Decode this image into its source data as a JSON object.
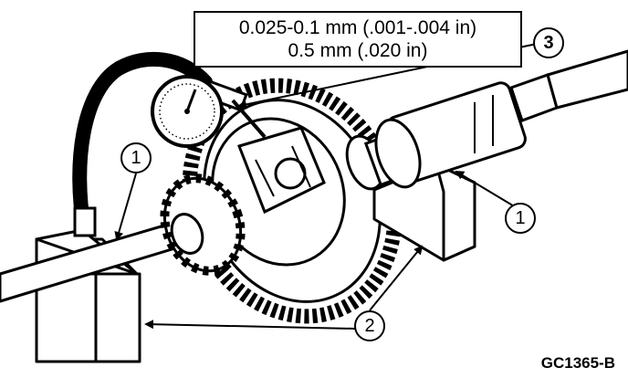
{
  "spec": {
    "line1": "0.025-0.1 mm (.001-.004 in)",
    "line2": "0.5 mm (.020 in)"
  },
  "callouts": {
    "c1_left": "1",
    "c1_right": "1",
    "c2": "2",
    "c3": "3"
  },
  "figure_code": "GC1365-B",
  "colors": {
    "ink": "#000000",
    "paper": "#ffffff"
  }
}
